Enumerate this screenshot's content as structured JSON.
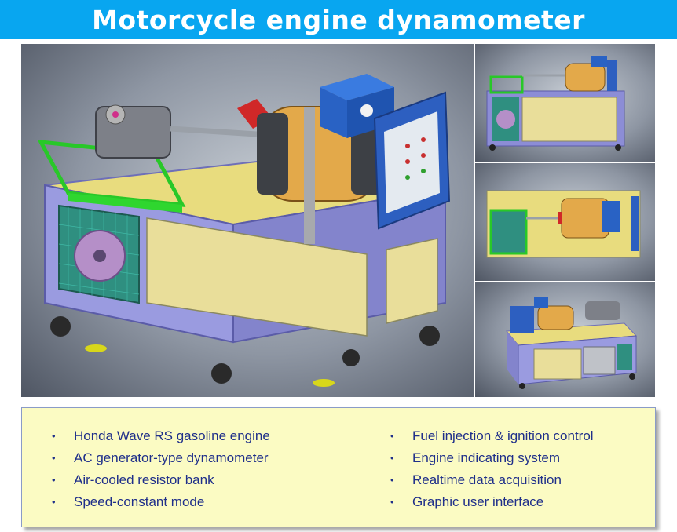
{
  "title": "Motorcycle engine dynamometer",
  "features": {
    "left": [
      "Honda Wave RS gasoline engine",
      "AC generator-type dynamometer",
      "Air-cooled resistor bank",
      "Speed-constant mode"
    ],
    "right": [
      "Fuel injection & ignition control",
      "Engine indicating system",
      "Realtime data acquisition",
      "Graphic user interface"
    ]
  },
  "colors": {
    "title_bar": "#08a6f0",
    "feature_box": "#fbfbc3",
    "feature_text": "#1f2f8a",
    "frame": "#8e8fd8",
    "panel": "#e9de9a"
  }
}
